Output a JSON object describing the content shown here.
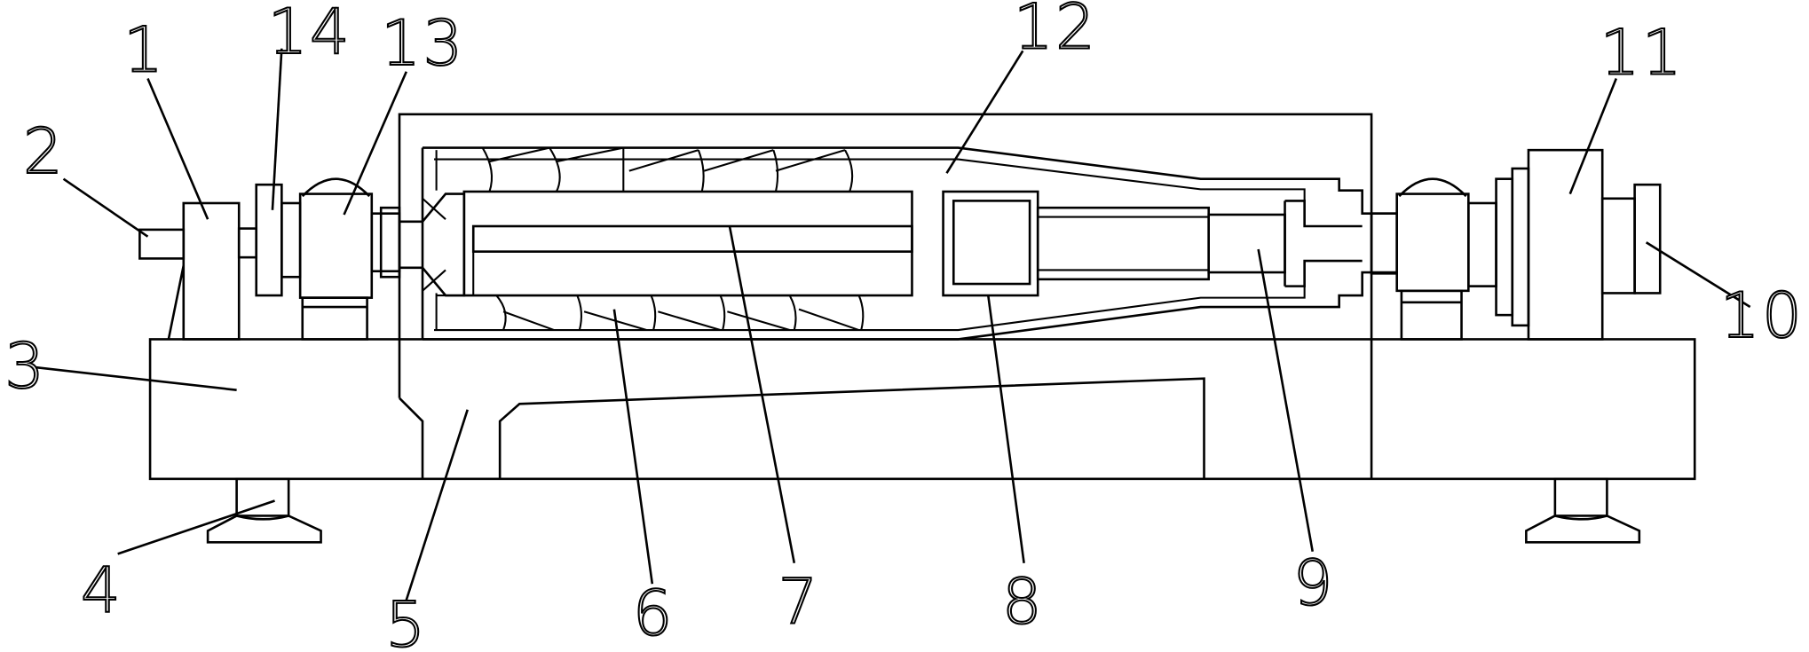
{
  "diagram": {
    "part_labels": [
      {
        "id": "1",
        "text": "1"
      },
      {
        "id": "2",
        "text": "2"
      },
      {
        "id": "3",
        "text": "3"
      },
      {
        "id": "4",
        "text": "4"
      },
      {
        "id": "5",
        "text": "5"
      },
      {
        "id": "6",
        "text": "6"
      },
      {
        "id": "7",
        "text": "7"
      },
      {
        "id": "8",
        "text": "8"
      },
      {
        "id": "9",
        "text": "9"
      },
      {
        "id": "10",
        "text": "10"
      },
      {
        "id": "11",
        "text": "11"
      },
      {
        "id": "12",
        "text": "12"
      },
      {
        "id": "13",
        "text": "13"
      },
      {
        "id": "14",
        "text": "14"
      }
    ]
  }
}
